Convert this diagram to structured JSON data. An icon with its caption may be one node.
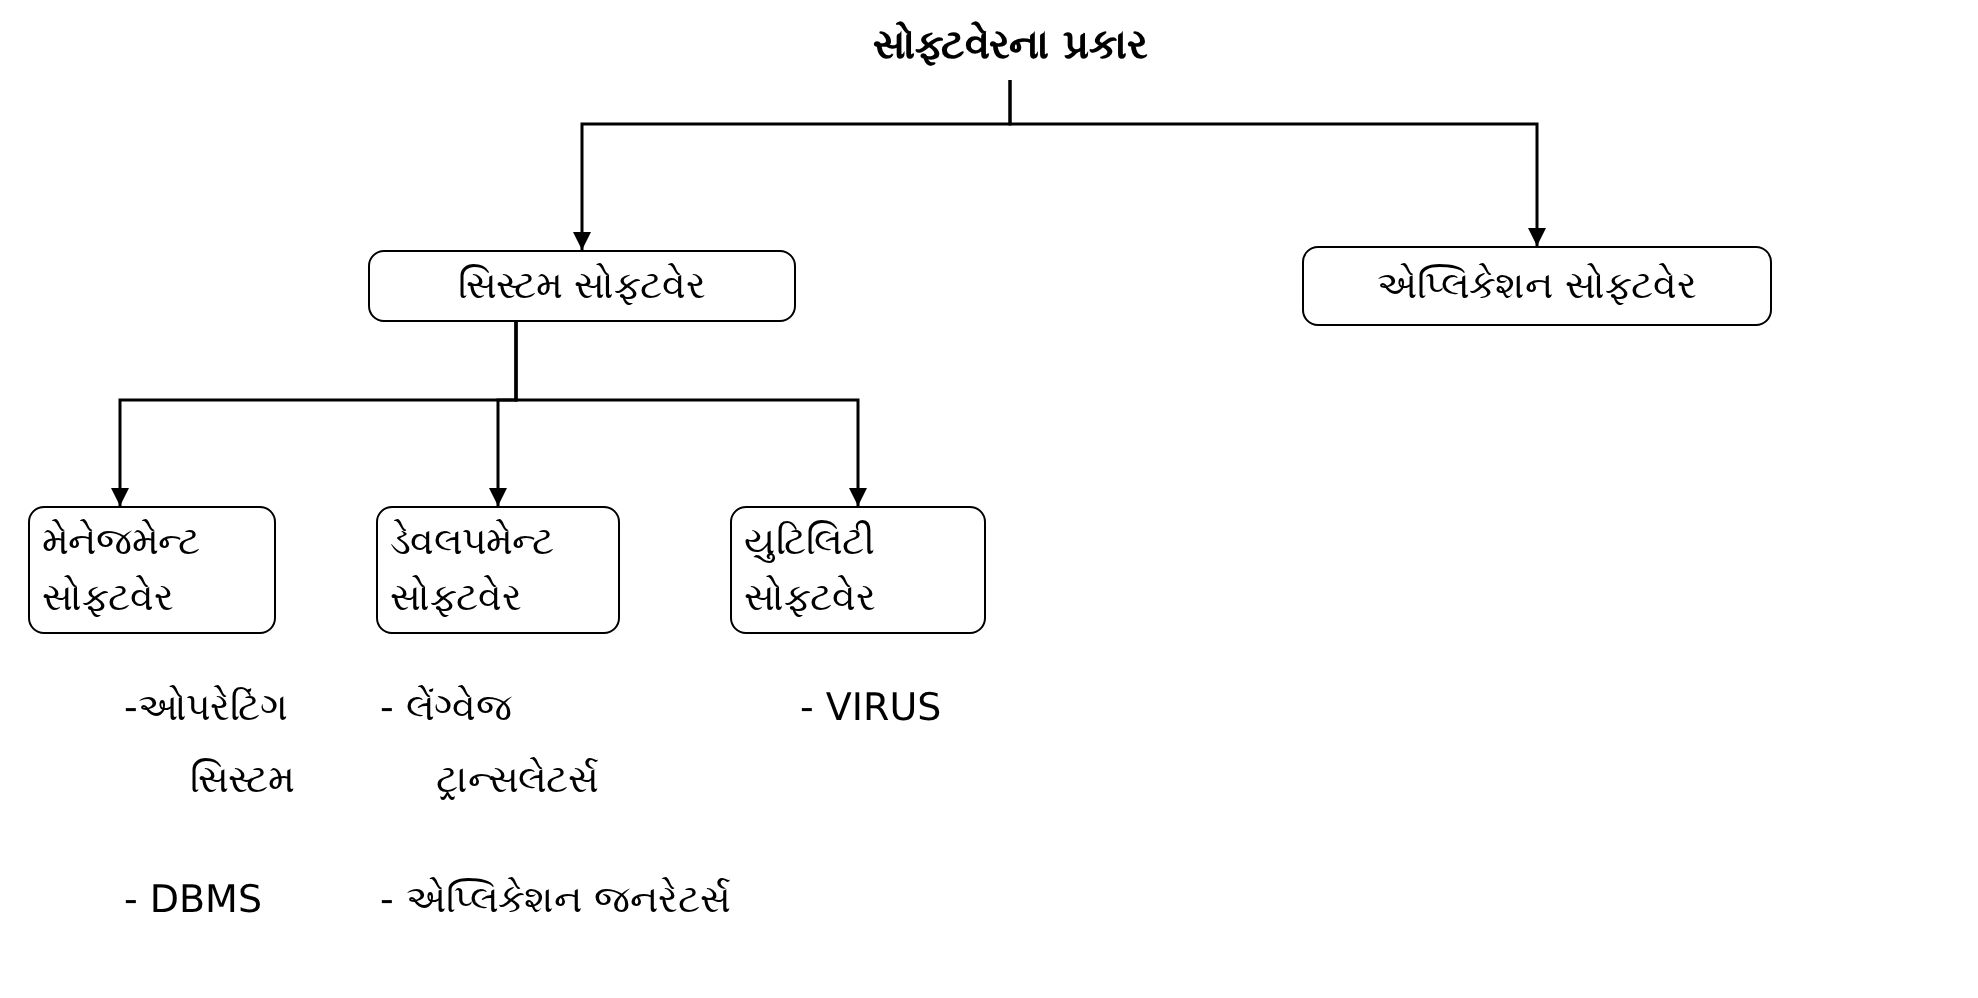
{
  "diagram": {
    "nodes": [
      {
        "text": [
          "સોફ્ટવેરના પ્રકાર"
        ]
      },
      {
        "text": [
          "સિસ્ટમ સોફ્ટવેર"
        ]
      },
      {
        "text": [
          "એપ્લિકેશન સોફ્ટવેર"
        ]
      },
      {
        "text": [
          "મેનેજમેન્ટ સોફ્ટવેર"
        ]
      },
      {
        "text": [
          "ડેવલપમેન્ટ સોફ્ટવેર"
        ]
      },
      {
        "text": [
          "યુટિલિટી સોફ્ટવેર"
        ]
      }
    ],
    "edges": [
      {
        "from": 0,
        "to": 1,
        "arrow": "to"
      },
      {
        "from": 0,
        "to": 2,
        "arrow": "to"
      },
      {
        "from": 1,
        "to": 3,
        "arrow": "to"
      },
      {
        "from": 1,
        "to": 4,
        "arrow": "to"
      },
      {
        "from": 1,
        "to": 5,
        "arrow": "to"
      }
    ],
    "labels": [
      "-ઓપરેટિંગ સિસ્ટમ",
      "- લેંગ્વેજ ટ્રાન્સલેટર્સ",
      "- VIRUS",
      "- DBMS",
      "- એપ્લિકેશન જનરેટર્સ"
    ]
  }
}
